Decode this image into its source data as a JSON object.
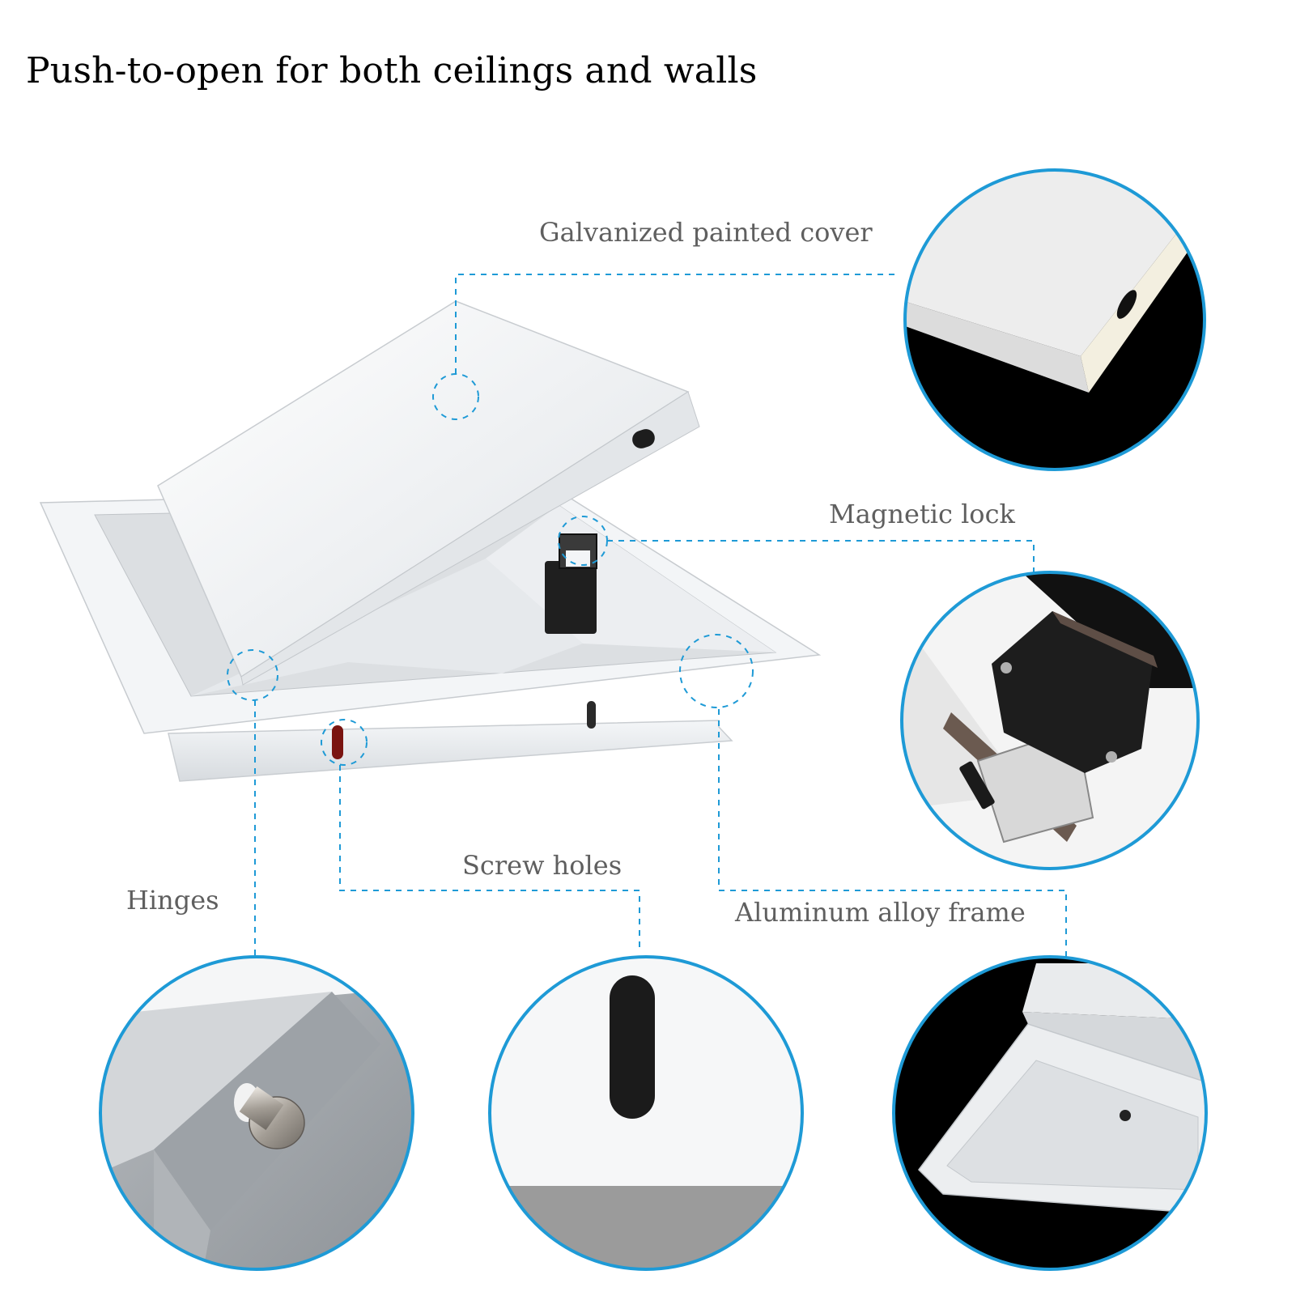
{
  "title": "Push-to-open for both ceilings and walls",
  "callouts": {
    "cover": "Galvanized painted cover",
    "lock": "Magnetic lock",
    "screws": "Screw holes",
    "hinges": "Hinges",
    "frame": "Aluminum alloy frame"
  },
  "colors": {
    "accent_blue": "#1e9ad6",
    "panel_white": "#f2f4f6",
    "background_black": "#000000",
    "latch_black": "#1c1c1c"
  }
}
